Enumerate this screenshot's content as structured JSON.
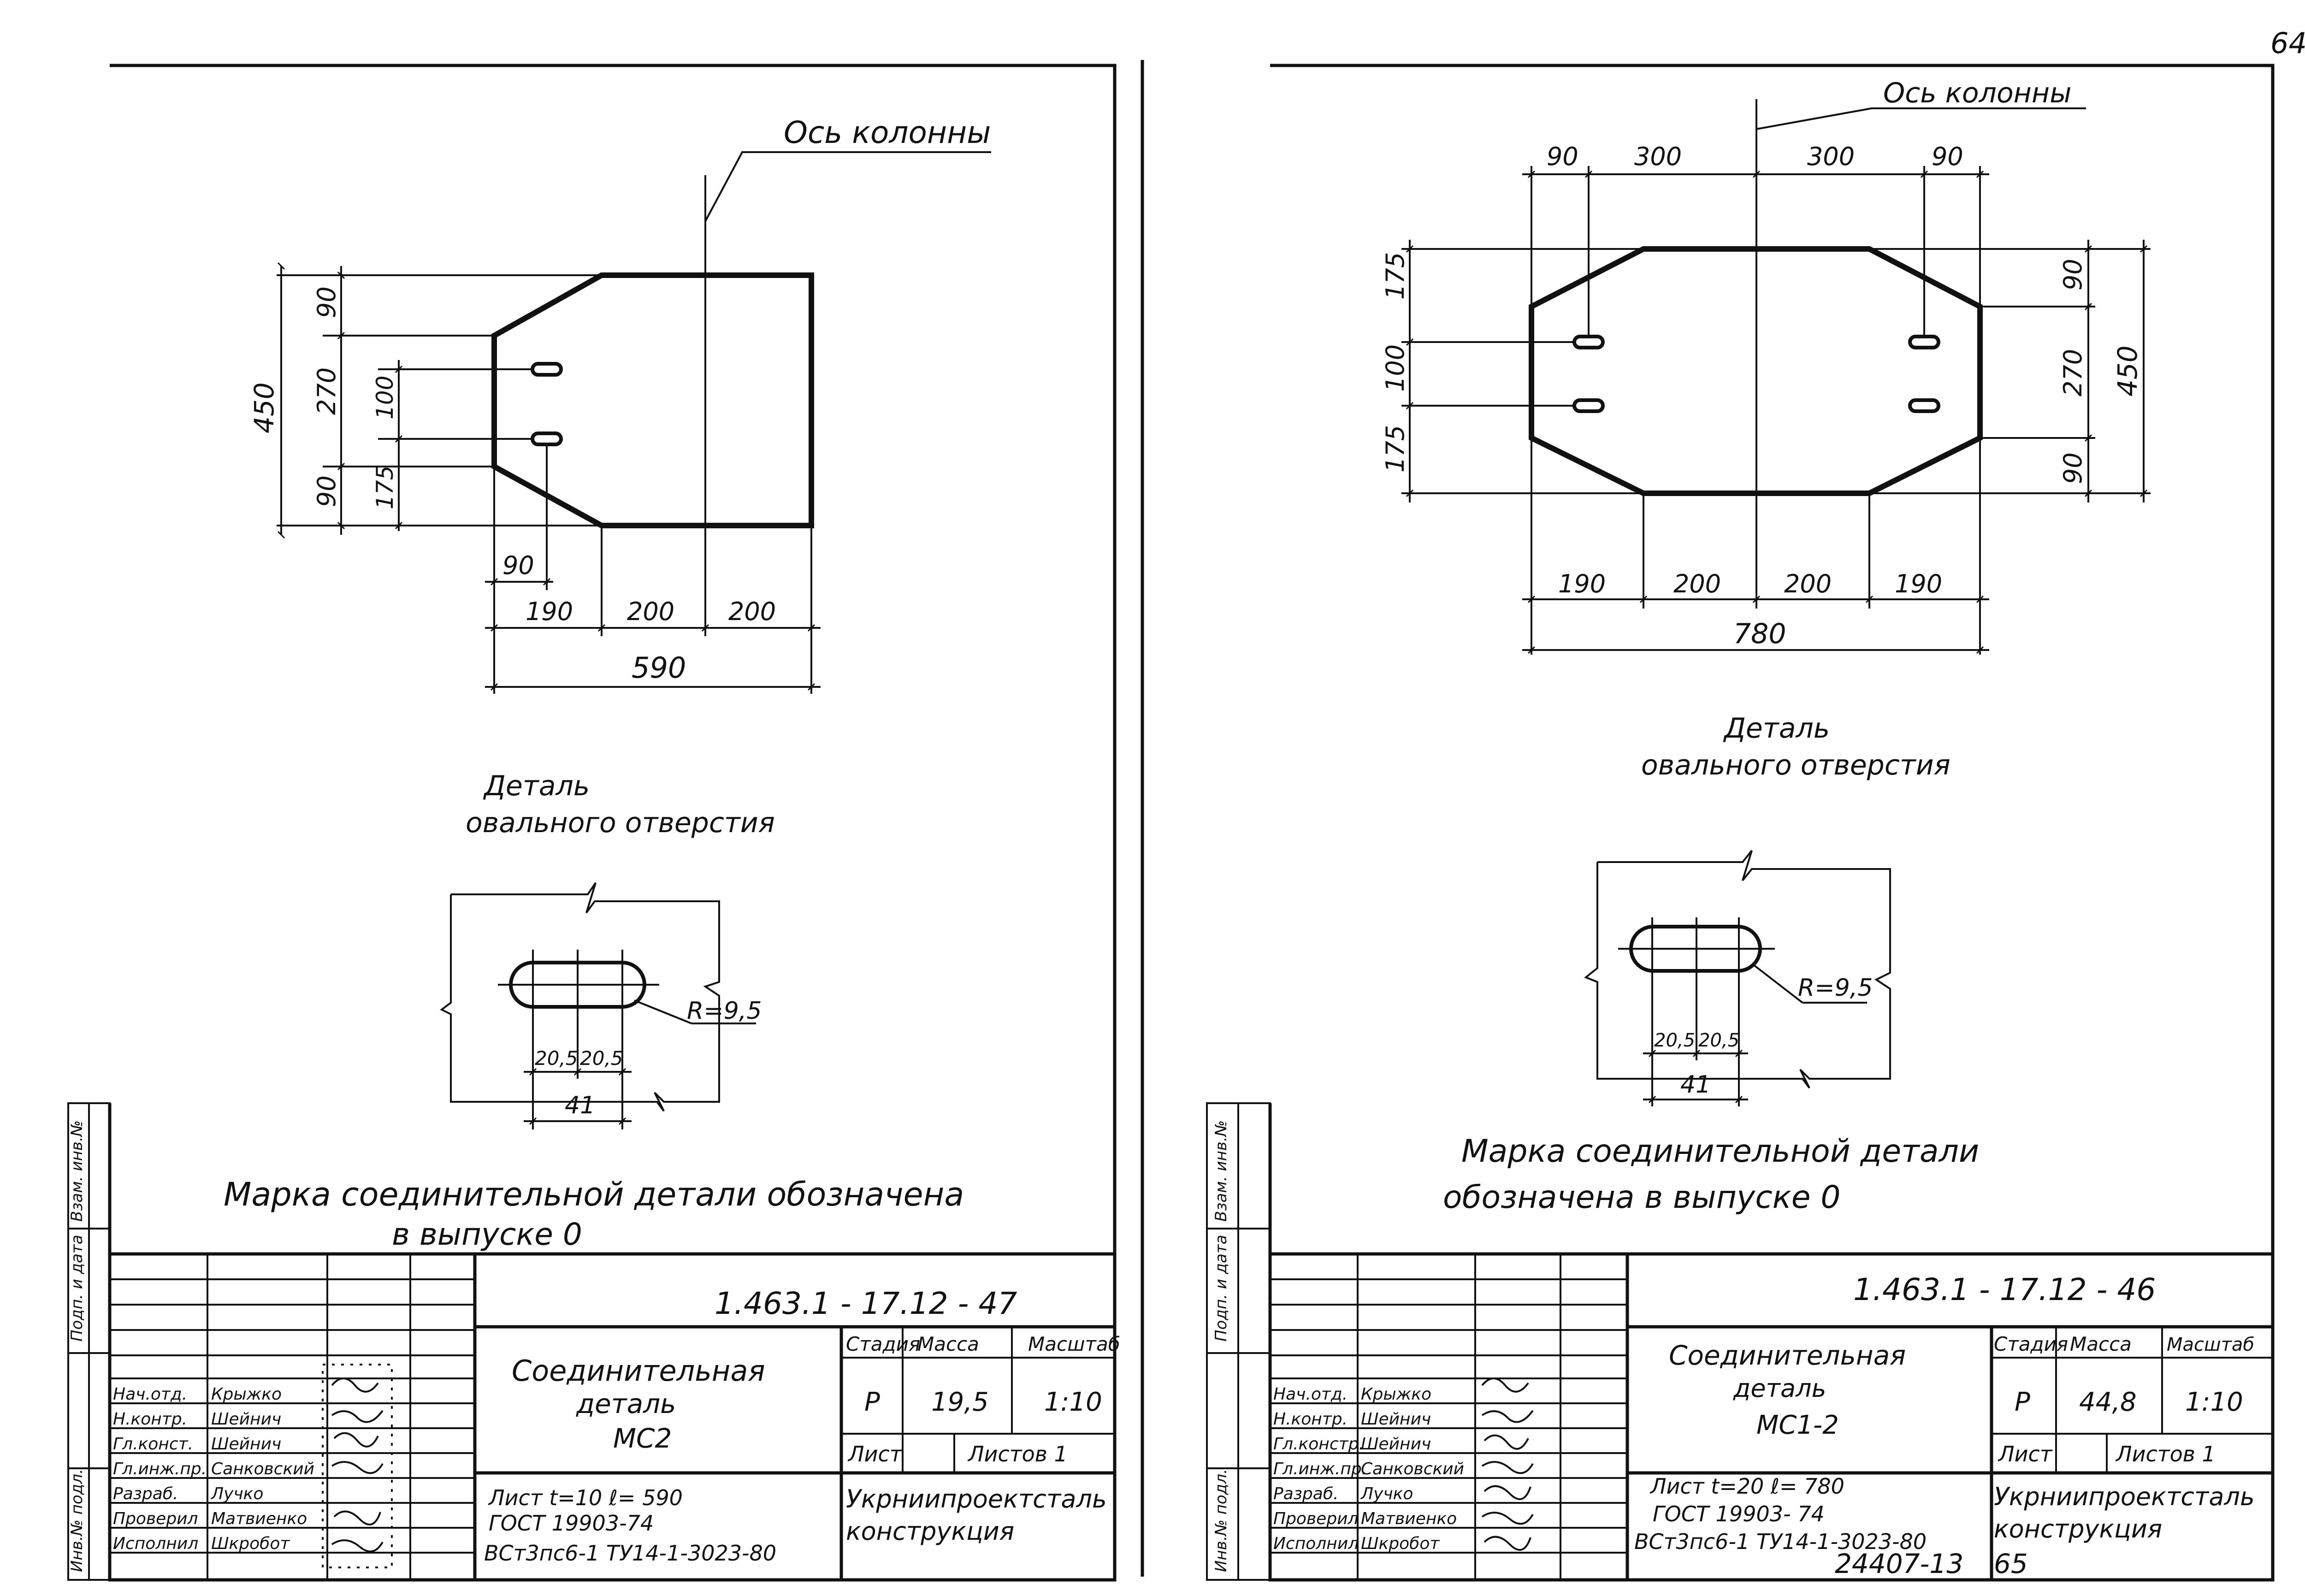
{
  "page_number": "64",
  "archive_number": "24407-13",
  "archive_page": "65",
  "side_labels": [
    "Взам. инв.№",
    "Подп. и дата",
    "Инв.№ подл."
  ],
  "left": {
    "axis_label": "Ось колонны",
    "dims": {
      "top": "90",
      "mid": "270",
      "bottom": "90",
      "overall": "450",
      "slot_gap": "100",
      "slot_edge": "175",
      "chamfer_w": "90",
      "w_left": "190",
      "w_mid": "200",
      "w_right": "200",
      "total": "590"
    },
    "detail_title_1": "Деталь",
    "detail_title_2": "овального отверстия",
    "slot_radius": "R=9,5",
    "slot_half_a": "20,5",
    "slot_half_b": "20,5",
    "slot_len": "41",
    "note_1": "Марка соединительной детали обозначена",
    "note_2": "в выпуске 0",
    "title_block": {
      "doc_code": "1.463.1 - 17.12 - 47",
      "name_1": "Соединительная",
      "name_2": "деталь",
      "mark": "МС2",
      "spec_1": "Лист t=10   ℓ= 590",
      "spec_2": "ГОСТ 19903-74",
      "spec_3": "ВСт3пс6-1 ТУ14-1-3023-80",
      "stage_h": "Стадия",
      "mass_h": "Масса",
      "scale_h": "Масштаб",
      "stage": "Р",
      "mass": "19,5",
      "scale": "1:10",
      "sheet_h": "Лист",
      "sheets_h": "Листов 1",
      "org_1": "Укрниипроектсталь",
      "org_2": "конструкция",
      "roles": [
        "Нач.отд.",
        "Н.контр.",
        "Гл.конст.",
        "Гл.инж.пр.",
        "Разраб.",
        "Проверил",
        "Исполнил"
      ],
      "names": [
        "Крыжко",
        "Шейнич",
        "Шейнич",
        "Санковский",
        "Лучко",
        "Матвиенко",
        "Шкробот"
      ]
    }
  },
  "right": {
    "axis_label": "Ось колонны",
    "dims": {
      "top_90a": "90",
      "top_300a": "300",
      "top_300b": "300",
      "top_90b": "90",
      "left_175a": "175",
      "left_100": "100",
      "left_175b": "175",
      "right_90a": "90",
      "right_270": "270",
      "right_90b": "90",
      "right_450": "450",
      "bot_190a": "190",
      "bot_200a": "200",
      "bot_200b": "200",
      "bot_190b": "190",
      "total": "780"
    },
    "detail_title_1": "Деталь",
    "detail_title_2": "овального отверстия",
    "slot_radius": "R=9,5",
    "slot_half_a": "20,5",
    "slot_half_b": "20,5",
    "slot_len": "41",
    "note_1": "Марка соединительной детали",
    "note_2": "обозначена в выпуске 0",
    "title_block": {
      "doc_code": "1.463.1 - 17.12 - 46",
      "name_1": "Соединительная",
      "name_2": "деталь",
      "mark": "МС1-2",
      "spec_1": "Лист t=20   ℓ= 780",
      "spec_2": "ГОСТ 19903- 74",
      "spec_3": "ВСт3пс6-1 ТУ14-1-3023-80",
      "stage_h": "Стадия",
      "mass_h": "Масса",
      "scale_h": "Масштаб",
      "stage": "Р",
      "mass": "44,8",
      "scale": "1:10",
      "sheet_h": "Лист",
      "sheets_h": "Листов 1",
      "org_1": "Укрниипроектсталь",
      "org_2": "конструкция",
      "roles": [
        "Нач.отд.",
        "Н.контр.",
        "Гл.констр.",
        "Гл.инж.пр.",
        "Разраб.",
        "Проверил",
        "Исполнил"
      ],
      "names": [
        "Крыжко",
        "Шейнич",
        "Шейнич",
        "Санковский",
        "Лучко",
        "Матвиенко",
        "Шкробот"
      ]
    }
  }
}
